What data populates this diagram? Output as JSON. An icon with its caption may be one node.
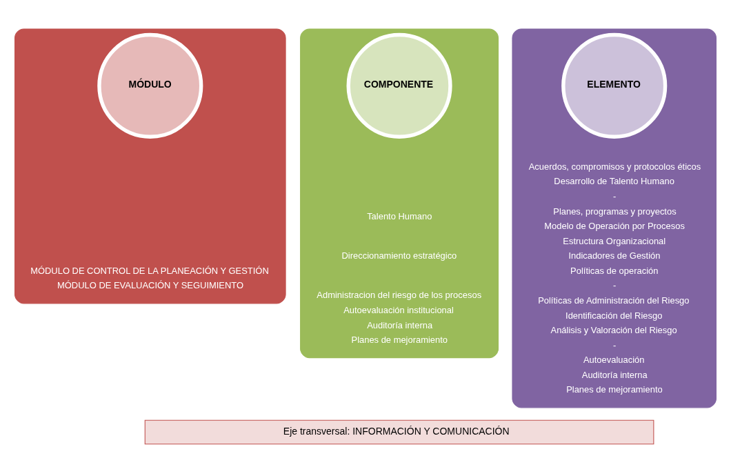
{
  "diagram": {
    "nodes": [
      {
        "text": [
          "MÓDULO DE CONTROL DE LA PLANEACIÓN Y GESTIÓN",
          "MÓDULO DE EVALUACIÓN Y SEGUIMIENTO"
        ]
      },
      {
        "text": [
          "MÓDULO"
        ],
        "in": 0
      },
      {
        "text": [
          "Talento Humano",
          "Direccionamiento estratégico",
          "Administracion del riesgo de los procesos",
          "Autoevaluación institucional",
          "Auditoría interna",
          "Planes de mejoramiento"
        ]
      },
      {
        "text": [
          "COMPONENTE"
        ],
        "in": 2
      },
      {
        "text": [
          "Acuerdos, compromisos y protocolos éticos",
          "Desarrollo de Talento Humano",
          "-",
          "Planes, programas y proyectos",
          "Modelo de Operación por Procesos",
          "Estructura Organizacional",
          "Indicadores de Gestión",
          "Políticas de operación",
          "-",
          "Políticas de Administración del Riesgo",
          "Identificación del Riesgo",
          "Análisis y Valoración del Riesgo",
          "-",
          "Autoevaluación",
          "Auditoría interna",
          "Planes de mejoramiento"
        ]
      },
      {
        "text": [
          "ELEMENTO"
        ],
        "in": 4
      },
      {
        "text": [
          "Eje transversal: INFORMACIÓN Y COMUNICACIÓN"
        ]
      }
    ],
    "edges": []
  }
}
